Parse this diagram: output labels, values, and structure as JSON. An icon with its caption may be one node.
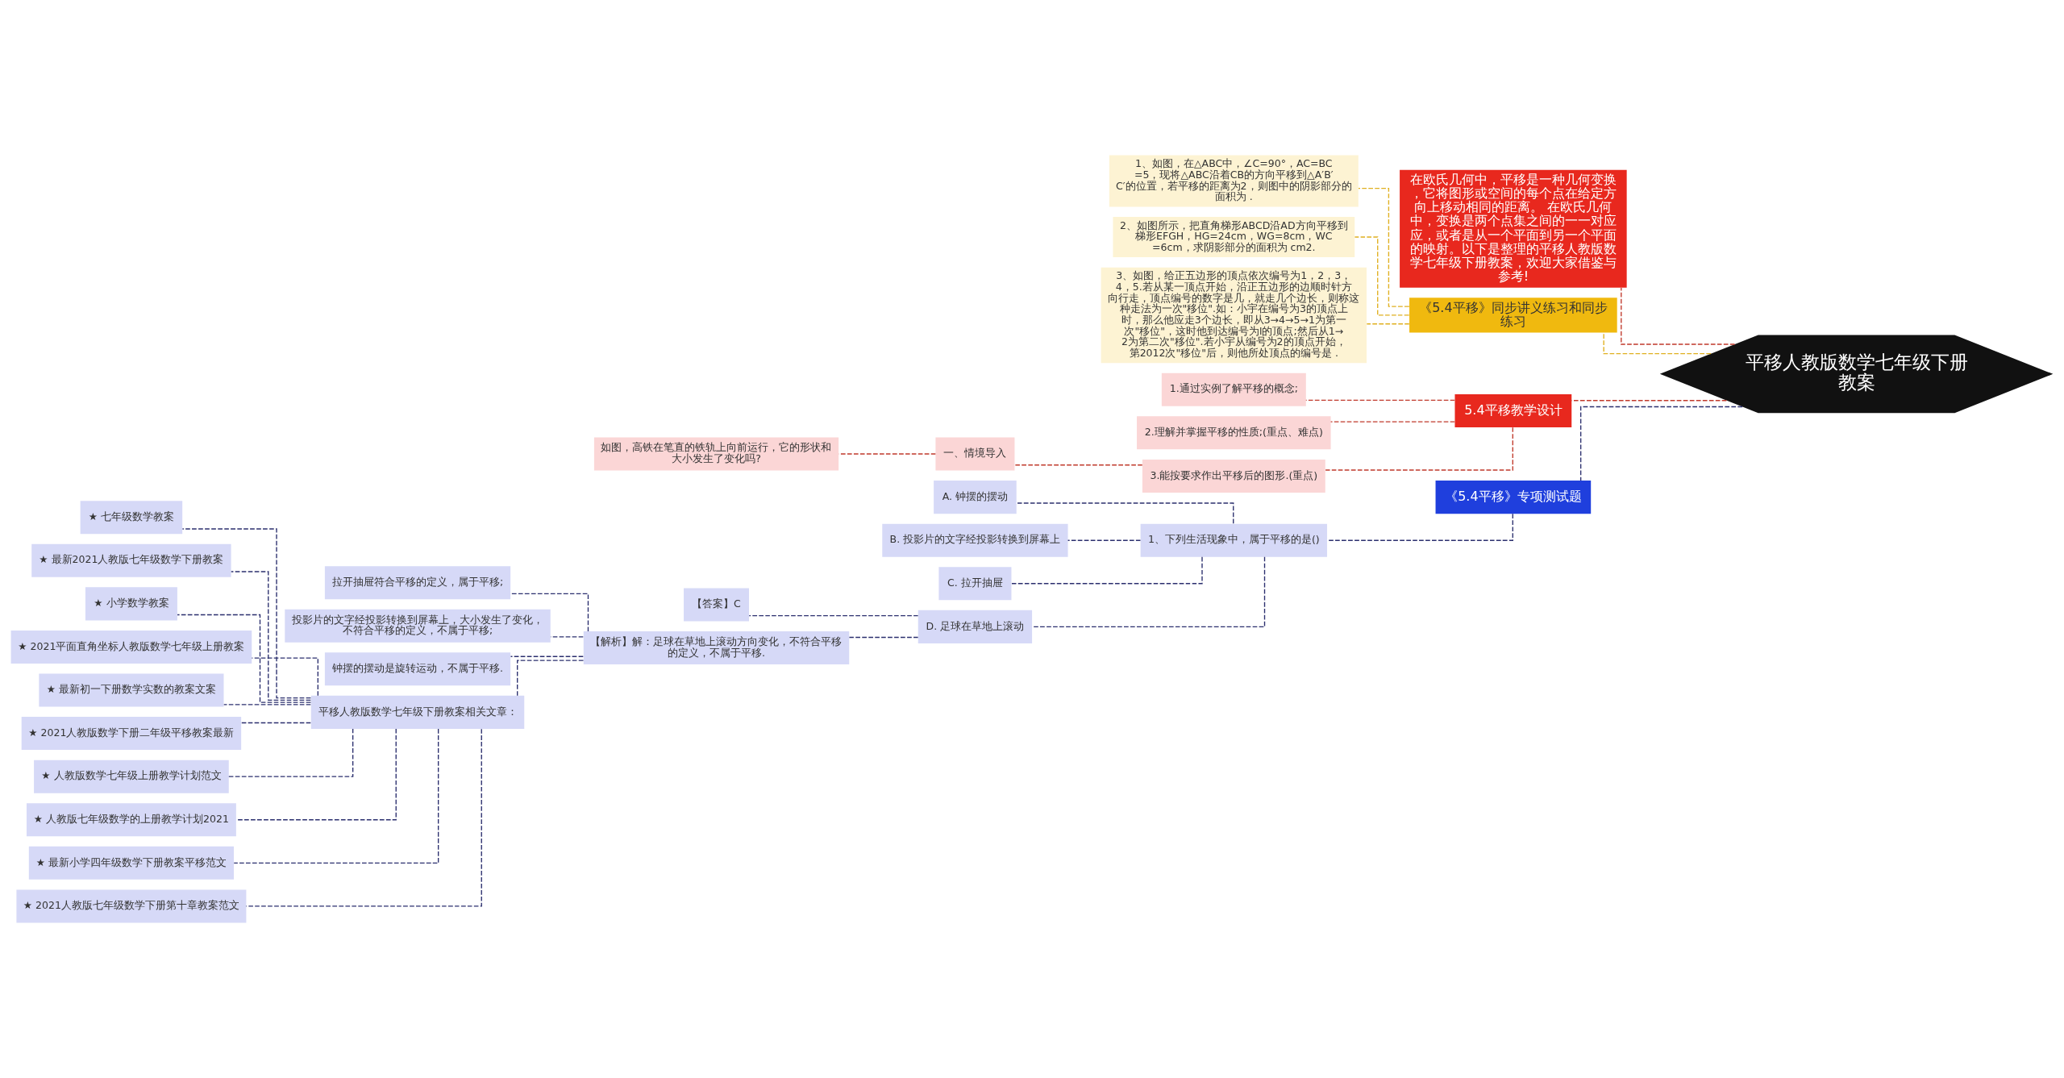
{
  "diagram": {
    "nodes": [
      {
        "text": [
          "平移人教版数学七年级下册教案"
        ]
      },
      {
        "text": [
          "在欧氏几何中，平移是一种几何变换，它将图形或空间的每个点在给定方向上移动相同的距离。 在欧氏几何中，变换是两个点集之间的一一对应应，或者是从一个平面到另一个平面的映射。以下是整理的平移人教版数学七年级下册教案，欢迎大家借鉴与参考!"
        ]
      },
      {
        "text": [
          "《5.4平移》同步讲义练习和同步练习"
        ]
      },
      {
        "text": [
          "1、如图，在△ABC中，∠C=90°，AC=BC=5，现将△ABC沿着CB的方向平移到△A′B′C′的位置，若平移的距离为2，则图中的阴影部分的面积为 ."
        ]
      },
      {
        "text": [
          "2、如图所示，把直角梯形ABCD沿AD方向平移到梯形EFGH，HG=24cm，WG=8cm，WC=6cm，求阴影部分的面积为 cm2."
        ]
      },
      {
        "text": [
          "3、如图，给正五边形的顶点依次编号为1，2，3，4，5.若从某一顶点开始，沿正五边形的边顺时针方向行走，顶点编号的数字是几，就走几个边长，则称这种走法为一次\"移位\".如：小宇在编号为3的顶点上时，那么他应走3个边长，即从3→4→5→1为第一次\"移位\"，这时他到达编号为l的顶点;然后从1→2为第二次\"移位\".若小宇从编号为2的顶点开始，第2012次\"移位\"后，则他所处顶点的编号是 ."
        ]
      },
      {
        "text": [
          "5.4平移教学设计"
        ]
      },
      {
        "text": [
          "1.通过实例了解平移的概念;"
        ]
      },
      {
        "text": [
          "2.理解并掌握平移的性质;(重点、难点)"
        ]
      },
      {
        "text": [
          "3.能按要求作出平移后的图形.(重点)"
        ]
      },
      {
        "text": [
          "一、情境导入"
        ]
      },
      {
        "text": [
          "如图，高铁在笔直的铁轨上向前运行，它的形状和大小发生了变化吗?"
        ]
      },
      {
        "text": [
          "《5.4平移》专项测试题"
        ]
      },
      {
        "text": [
          "1、下列生活现象中，属于平移的是()"
        ]
      },
      {
        "text": [
          "A. 钟摆的摆动"
        ]
      },
      {
        "text": [
          "B. 投影片的文字经投影转换到屏幕上"
        ]
      },
      {
        "text": [
          "C. 拉开抽屉"
        ]
      },
      {
        "text": [
          "D. 足球在草地上滚动"
        ]
      },
      {
        "text": [
          "【答案】C"
        ]
      },
      {
        "text": [
          "【解析】解：足球在草地上滚动方向变化，不符合平移的定义，不属于平移."
        ]
      },
      {
        "text": [
          "拉开抽屉符合平移的定义，属于平移;"
        ]
      },
      {
        "text": [
          "投影片的文字经投影转换到屏幕上，大小发生了变化，不符合平移的定义，不属于平移;"
        ]
      },
      {
        "text": [
          "钟摆的摆动是旋转运动，不属于平移."
        ]
      },
      {
        "text": [
          "平移人教版数学七年级下册教案相关文章："
        ]
      },
      {
        "text": [
          "★ 七年级数学教案"
        ]
      },
      {
        "text": [
          "★ 最新2021人教版七年级数学下册教案"
        ]
      },
      {
        "text": [
          "★ 小学数学教案"
        ]
      },
      {
        "text": [
          "★ 2021平面直角坐标人教版数学七年级上册教案"
        ]
      },
      {
        "text": [
          "★ 最新初一下册数学实数的教案文案"
        ]
      },
      {
        "text": [
          "★ 2021人教版数学下册二年级平移教案最新"
        ]
      },
      {
        "text": [
          "★ 人教版数学七年级上册教学计划范文"
        ]
      },
      {
        "text": [
          "★ 人教版七年级数学的上册教学计划2021"
        ]
      },
      {
        "text": [
          "★ 最新小学四年级数学下册教案平移范文"
        ]
      },
      {
        "text": [
          "★ 2021人教版七年级数学下册第十章教案范文"
        ]
      }
    ],
    "edges": [
      {
        "from": 0,
        "to": 1,
        "arrow": "none",
        "style": "dashed",
        "color": "#c0392b"
      },
      {
        "from": 0,
        "to": 2,
        "arrow": "none",
        "style": "dashed",
        "color": "#e0b020"
      },
      {
        "from": 2,
        "to": 3,
        "arrow": "none",
        "style": "dashed",
        "color": "#e0b020"
      },
      {
        "from": 2,
        "to": 4,
        "arrow": "none",
        "style": "dashed",
        "color": "#e0b020"
      },
      {
        "from": 2,
        "to": 5,
        "arrow": "none",
        "style": "dashed",
        "color": "#e0b020"
      },
      {
        "from": 0,
        "to": 6,
        "arrow": "none",
        "style": "dashed",
        "color": "#c0392b"
      },
      {
        "from": 6,
        "to": 7,
        "arrow": "none",
        "style": "dashed",
        "color": "#c0392b"
      },
      {
        "from": 6,
        "to": 8,
        "arrow": "none",
        "style": "dashed",
        "color": "#c0392b"
      },
      {
        "from": 6,
        "to": 9,
        "arrow": "none",
        "style": "dashed",
        "color": "#c0392b"
      },
      {
        "from": 9,
        "to": 10,
        "arrow": "none",
        "style": "dashed",
        "color": "#c0392b"
      },
      {
        "from": 10,
        "to": 11,
        "arrow": "none",
        "style": "dashed",
        "color": "#c0392b"
      },
      {
        "from": 0,
        "to": 12,
        "arrow": "none",
        "style": "dashed"
      },
      {
        "from": 12,
        "to": 13,
        "arrow": "none",
        "style": "dashed"
      },
      {
        "from": 13,
        "to": 14,
        "arrow": "none",
        "style": "dashed"
      },
      {
        "from": 13,
        "to": 15,
        "arrow": "none",
        "style": "dashed"
      },
      {
        "from": 13,
        "to": 16,
        "arrow": "none",
        "style": "dashed"
      },
      {
        "from": 13,
        "to": 17,
        "arrow": "none",
        "style": "dashed"
      },
      {
        "from": 17,
        "to": 18,
        "arrow": "none",
        "style": "dashed"
      },
      {
        "from": 17,
        "to": 19,
        "arrow": "none",
        "style": "dashed"
      },
      {
        "from": 19,
        "to": 20,
        "arrow": "none",
        "style": "dashed"
      },
      {
        "from": 19,
        "to": 21,
        "arrow": "none",
        "style": "dashed"
      },
      {
        "from": 19,
        "to": 22,
        "arrow": "none",
        "style": "dashed"
      },
      {
        "from": 19,
        "to": 23,
        "arrow": "none",
        "style": "dashed"
      },
      {
        "from": 23,
        "to": 24,
        "arrow": "none",
        "style": "dashed"
      },
      {
        "from": 23,
        "to": 25,
        "arrow": "none",
        "style": "dashed"
      },
      {
        "from": 23,
        "to": 26,
        "arrow": "none",
        "style": "dashed"
      },
      {
        "from": 23,
        "to": 27,
        "arrow": "none",
        "style": "dashed"
      },
      {
        "from": 23,
        "to": 28,
        "arrow": "none",
        "style": "dashed"
      },
      {
        "from": 23,
        "to": 29,
        "arrow": "none",
        "style": "dashed"
      },
      {
        "from": 23,
        "to": 30,
        "arrow": "none",
        "style": "dashed"
      },
      {
        "from": 23,
        "to": 31,
        "arrow": "none",
        "style": "dashed"
      },
      {
        "from": 23,
        "to": 32,
        "arrow": "none",
        "style": "dashed"
      },
      {
        "from": 23,
        "to": 33,
        "arrow": "none",
        "style": "dashed"
      }
    ]
  }
}
